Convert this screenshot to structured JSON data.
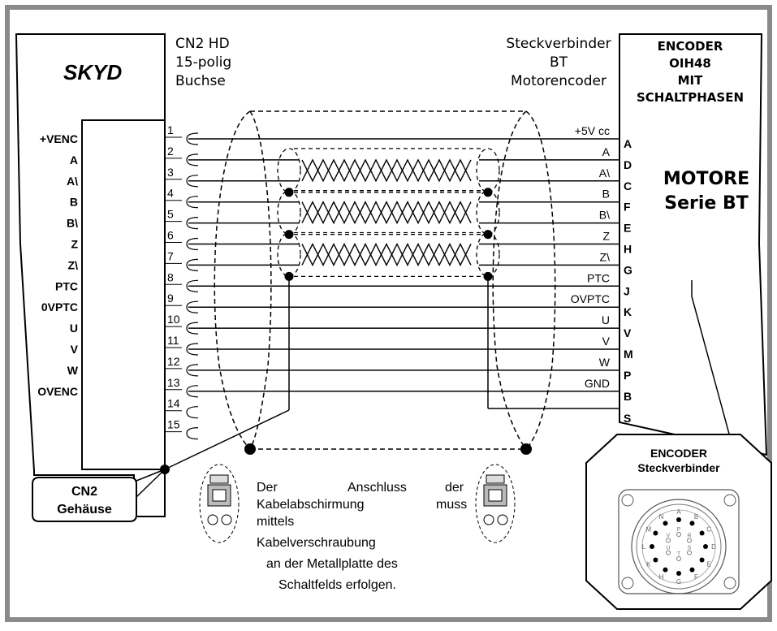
{
  "left_device": {
    "name": "SKYD",
    "connector_title": [
      "CN2 HD",
      "15-polig",
      "Buchse"
    ],
    "housing_label": [
      "CN2",
      "Gehäuse"
    ]
  },
  "right_device": {
    "connector_title": [
      "Steckverbinder",
      "BT",
      "Motorencoder"
    ],
    "encoder_title": [
      "ENCODER",
      "OIH48",
      "MIT",
      "SCHALTPHASEN"
    ],
    "motor_title": [
      "MOTORE",
      "Serie BT"
    ],
    "connector_box_title": [
      "ENCODER",
      "Steckverbinder"
    ]
  },
  "signals": [
    {
      "left": "+VENC",
      "pin": "1",
      "right": "+5V cc",
      "letter": "A"
    },
    {
      "left": "A",
      "pin": "2",
      "right": "A",
      "letter": "D"
    },
    {
      "left": "A\\",
      "pin": "3",
      "right": "A\\",
      "letter": "C"
    },
    {
      "left": "B",
      "pin": "4",
      "right": "B",
      "letter": "F"
    },
    {
      "left": "B\\",
      "pin": "5",
      "right": "B\\",
      "letter": "E"
    },
    {
      "left": "Z",
      "pin": "6",
      "right": "Z",
      "letter": "H"
    },
    {
      "left": "Z\\",
      "pin": "7",
      "right": "Z\\",
      "letter": "G"
    },
    {
      "left": "PTC",
      "pin": "8",
      "right": "PTC",
      "letter": "J"
    },
    {
      "left": "0VPTC",
      "pin": "9",
      "right": "OVPTC",
      "letter": "K"
    },
    {
      "left": "U",
      "pin": "10",
      "right": "U",
      "letter": "V"
    },
    {
      "left": "V",
      "pin": "11",
      "right": "V",
      "letter": "M"
    },
    {
      "left": "W",
      "pin": "12",
      "right": "W",
      "letter": "P"
    },
    {
      "left": "OVENC",
      "pin": "13",
      "right": "GND",
      "letter": "B"
    },
    {
      "left": "",
      "pin": "14",
      "right": "",
      "letter": ""
    },
    {
      "left": "",
      "pin": "15",
      "right": "",
      "letter": ""
    }
  ],
  "shield_letter": "S",
  "note": {
    "line1": [
      "Der",
      "Anschluss",
      "der"
    ],
    "line2": [
      "Kabelabschirmung",
      "muss"
    ],
    "line3": "mittels",
    "line4": "Kabelverschraubung",
    "line5": "an der Metallplatte des",
    "line6": "Schaltfelds erfolgen."
  },
  "connector_pins": [
    "A",
    "B",
    "C",
    "D",
    "E",
    "F",
    "G",
    "H",
    "K",
    "L",
    "M",
    "N",
    "P",
    "R",
    "S",
    "T",
    "U",
    "V"
  ]
}
